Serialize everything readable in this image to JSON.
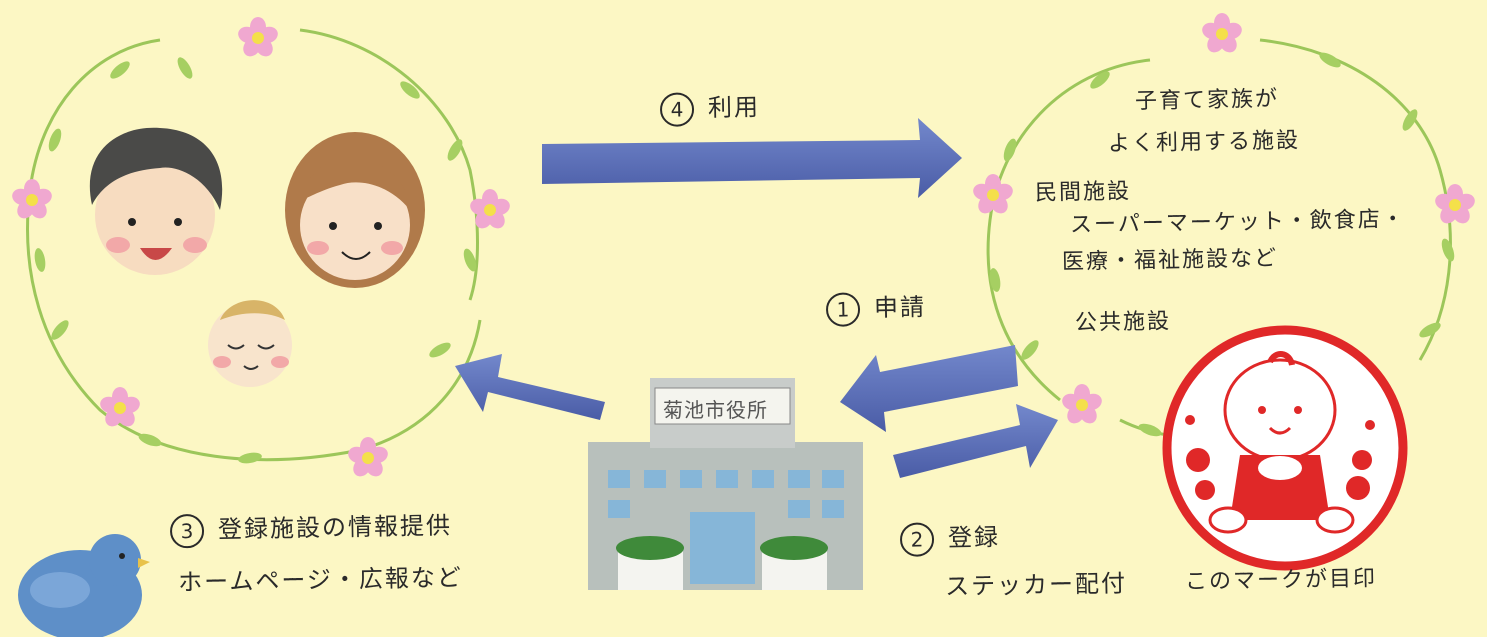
{
  "steps": {
    "use": {
      "num": "4",
      "label": "利用"
    },
    "apply": {
      "num": "1",
      "label": "申請"
    },
    "register": {
      "num": "2",
      "label": "登録",
      "sub": "ステッカー配付"
    },
    "info": {
      "num": "3",
      "line1": "登録施設の情報提供",
      "line2": "ホームページ・広報など"
    }
  },
  "facilities": {
    "heading1": "子育て家族が",
    "heading2": "よく利用する施設",
    "private_title": "民間施設",
    "private_line1": "スーパーマーケット・飲食店・",
    "private_line2": "医療・福祉施設など",
    "public_title": "公共施設"
  },
  "city_hall": {
    "sign": "菊池市役所"
  },
  "mark": {
    "caption": "このマークが目印"
  },
  "colors": {
    "background": "#fcf7c4",
    "arrow": "#5b6fb8",
    "vine": "#9cc65a",
    "flower": "#f0a8d0",
    "mark_red": "#e02828"
  }
}
